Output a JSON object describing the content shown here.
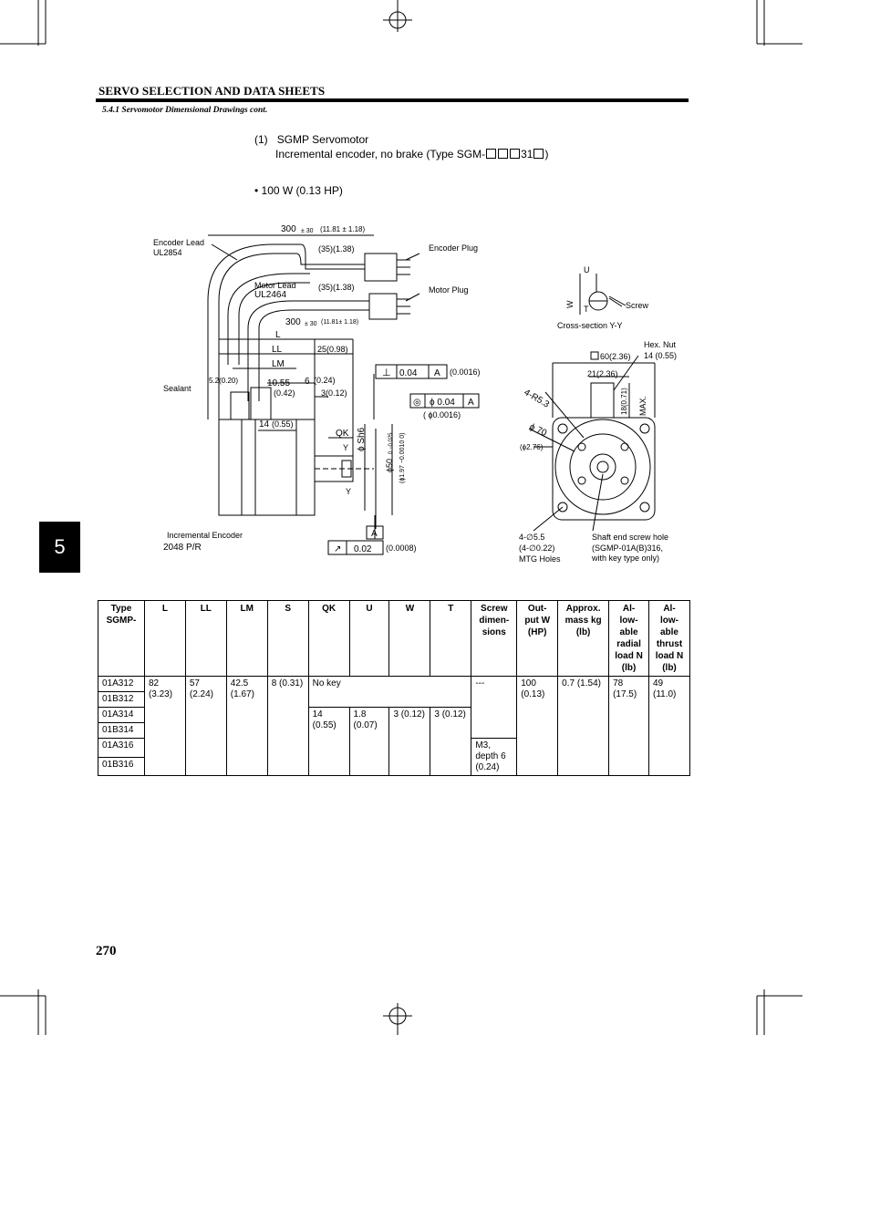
{
  "header": {
    "section_title": "SERVO SELECTION AND DATA SHEETS",
    "subsection": "5.4.1 Servomotor Dimensional Drawings cont."
  },
  "heading": {
    "item_number": "(1)",
    "title": "SGMP Servomotor",
    "subtitle_prefix": "Incremental encoder, no brake (Type SGM-",
    "subtitle_mid": "31",
    "subtitle_suffix": ")",
    "power_bullet": "• 100 W (0.13 HP)"
  },
  "drawing": {
    "encoder_lead": "Encoder Lead",
    "encoder_lead_ul": "UL2854",
    "encoder_plug": "Encoder Plug",
    "motor_lead": "Motor Lead",
    "motor_lead_ul": "UL2464",
    "motor_plug": "Motor Plug",
    "cable_len_1": "300",
    "cable_tol_1": "± 30",
    "cable_in_1": "(11.81 ± 1.18)",
    "cable_len_2": "300",
    "cable_tol_2": "± 30",
    "cable_in_2": "(11.81± 1.18)",
    "plug_len_1": "(35)(1.38)",
    "plug_len_2": "(35)(1.38)",
    "dim_L": "L",
    "dim_LL": "LL",
    "dim_LM": "LM",
    "dim_25": "25(0.98)",
    "dim_5_2": "5.2(0.20)",
    "dim_10_55": "10.55",
    "dim_10_55_in": "(0.42)",
    "dim_6": "6",
    "dim_6_in": "(0.24)",
    "dim_3": "3(0.12)",
    "dim_14": "14",
    "dim_14_in": "(0.55)",
    "dim_QK": "QK",
    "dim_shaft": "ϕ Sh6",
    "dim_phi50": "ϕ50",
    "dim_phi50_tol": "0 −0.025",
    "dim_phi50_in": "(ϕ1.97 −0.0010 0)",
    "sealant": "Sealant",
    "tol_perp_value": "0.04",
    "tol_perp_datum": "A",
    "tol_perp_in": "(0.0016)",
    "tol_conc_value": "ϕ 0.04",
    "tol_conc_datum": "A",
    "tol_conc_in": "( ϕ0.0016)",
    "datum_label": "A",
    "tol_runout_value": "0.02",
    "tol_runout_in": "(0.0008)",
    "incremental_encoder": "Incremental Encoder",
    "encoder_ppr": "2048 P/R",
    "yy_marker": "Y",
    "cs_U": "U",
    "cs_W": "W",
    "cs_T": "T",
    "cs_screw": "Screw",
    "cs_title": "Cross-section Y-Y",
    "hex_nut": "Hex. Nut",
    "hex_nut_size": "14 (0.55)",
    "flange_size": "60(2.36)",
    "dim_21": "21(2.36)",
    "dim_18": "18(0.71)",
    "dim_max": "MAX.",
    "radius": "4-R5.3",
    "phi70": "ϕ 70",
    "phi70_in": "(ϕ2.76)",
    "mtg_holes_1": "4-∅5.5",
    "mtg_holes_2": "(4-∅0.22)",
    "mtg_holes_3": "MTG Holes",
    "shaft_hole_1": "Shaft end screw hole",
    "shaft_hole_2": "(SGMP-01A(B)316,",
    "shaft_hole_3": "with key type only)"
  },
  "table": {
    "headers": {
      "type": "Type SGMP-",
      "L": "L",
      "LL": "LL",
      "LM": "LM",
      "S": "S",
      "QK": "QK",
      "U": "U",
      "W": "W",
      "T": "T",
      "screw": "Screw dimen- sions",
      "output": "Out- put W (HP)",
      "mass": "Approx. mass kg (lb)",
      "radial": "Al- low- able radial load N (lb)",
      "thrust": "Al- low- able thrust load N (lb)"
    },
    "types": [
      "01A312",
      "01B312",
      "01A314",
      "01B314",
      "01A316",
      "01B316"
    ],
    "L": "82 (3.23)",
    "LL": "57 (2.24)",
    "LM": "42.5 (1.67)",
    "S": "8 (0.31)",
    "no_key": "No key",
    "QK": "14 (0.55)",
    "U": "1.8 (0.07)",
    "W": "3 (0.12)",
    "T": "3 (0.12)",
    "screw_none": "---",
    "screw_m3": "M3, depth 6 (0.24)",
    "output": "100 (0.13)",
    "mass": "0.7 (1.54)",
    "radial": "78 (17.5)",
    "thrust": "49 (11.0)"
  },
  "chapter_tab": "5",
  "page_number": "270"
}
